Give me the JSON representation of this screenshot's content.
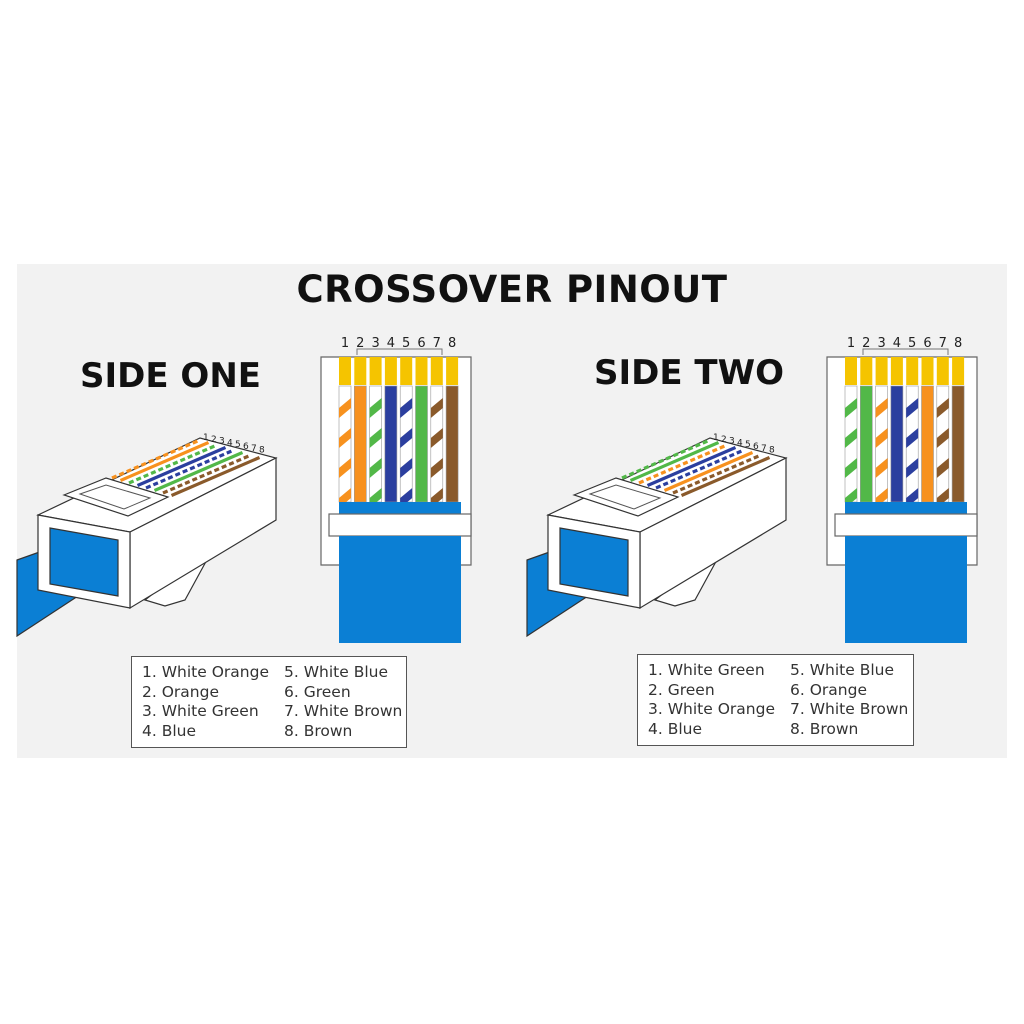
{
  "title": "CROSSOVER PINOUT",
  "pin_numbers": [
    "1",
    "2",
    "3",
    "4",
    "5",
    "6",
    "7",
    "8"
  ],
  "colors": {
    "orange": "#f7911e",
    "green": "#52b848",
    "blue": "#2b3f9f",
    "brown": "#8a5a2b",
    "gold": "#f5c400",
    "jacket": "#0b7fd4",
    "white": "#ffffff"
  },
  "sides": [
    {
      "title": "SIDE ONE",
      "wires": [
        {
          "base": "orange",
          "striped": true
        },
        {
          "base": "orange",
          "striped": false
        },
        {
          "base": "green",
          "striped": true
        },
        {
          "base": "blue",
          "striped": false
        },
        {
          "base": "blue",
          "striped": true
        },
        {
          "base": "green",
          "striped": false
        },
        {
          "base": "brown",
          "striped": true
        },
        {
          "base": "brown",
          "striped": false
        }
      ],
      "legend_left": [
        "1. White Orange",
        "2. Orange",
        "3. White Green",
        "4. Blue"
      ],
      "legend_right": [
        "5. White Blue",
        "6. Green",
        "7. White Brown",
        "8. Brown"
      ]
    },
    {
      "title": "SIDE TWO",
      "wires": [
        {
          "base": "green",
          "striped": true
        },
        {
          "base": "green",
          "striped": false
        },
        {
          "base": "orange",
          "striped": true
        },
        {
          "base": "blue",
          "striped": false
        },
        {
          "base": "blue",
          "striped": true
        },
        {
          "base": "orange",
          "striped": false
        },
        {
          "base": "brown",
          "striped": true
        },
        {
          "base": "brown",
          "striped": false
        }
      ],
      "legend_left": [
        "1. White Green",
        "2. Green",
        "3. White Orange",
        "4. Blue"
      ],
      "legend_right": [
        "5. White Blue",
        "6. Orange",
        "7. White Brown",
        "8. Brown"
      ]
    }
  ]
}
